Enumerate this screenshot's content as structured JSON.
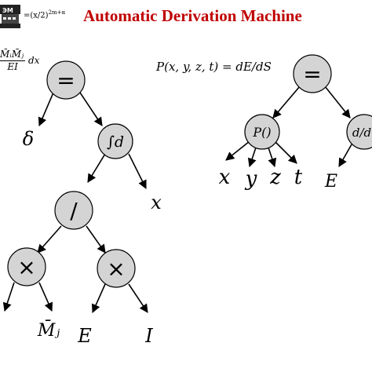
{
  "header": {
    "title": "Automatic Derivation Machine",
    "logo_text": "ЭМ",
    "logo_formula_base": "=(x/2)",
    "logo_formula_exp": "2m+α"
  },
  "formulas": {
    "left_numerator": "M̄ᵢM̄ⱼ",
    "left_denominator": "EI",
    "left_dx": "dx",
    "right": "P(x, y, z, t) = dE/dS"
  },
  "tree_left": {
    "root": "=",
    "integral": "∫d",
    "divide": "/",
    "times_left": "×",
    "times_right": "×",
    "leaf_delta": "δ",
    "leaf_x": "x",
    "leaf_mj": "M̄ⱼ",
    "leaf_e": "E",
    "leaf_i": "I"
  },
  "tree_right": {
    "root": "=",
    "func": "P()",
    "deriv": "d/d",
    "leaf_x": "x",
    "leaf_y": "y",
    "leaf_z": "z",
    "leaf_t": "t",
    "leaf_e": "E"
  },
  "colors": {
    "title": "#c00000",
    "node_fill": "#d4d4d4",
    "edge": "#000000"
  }
}
